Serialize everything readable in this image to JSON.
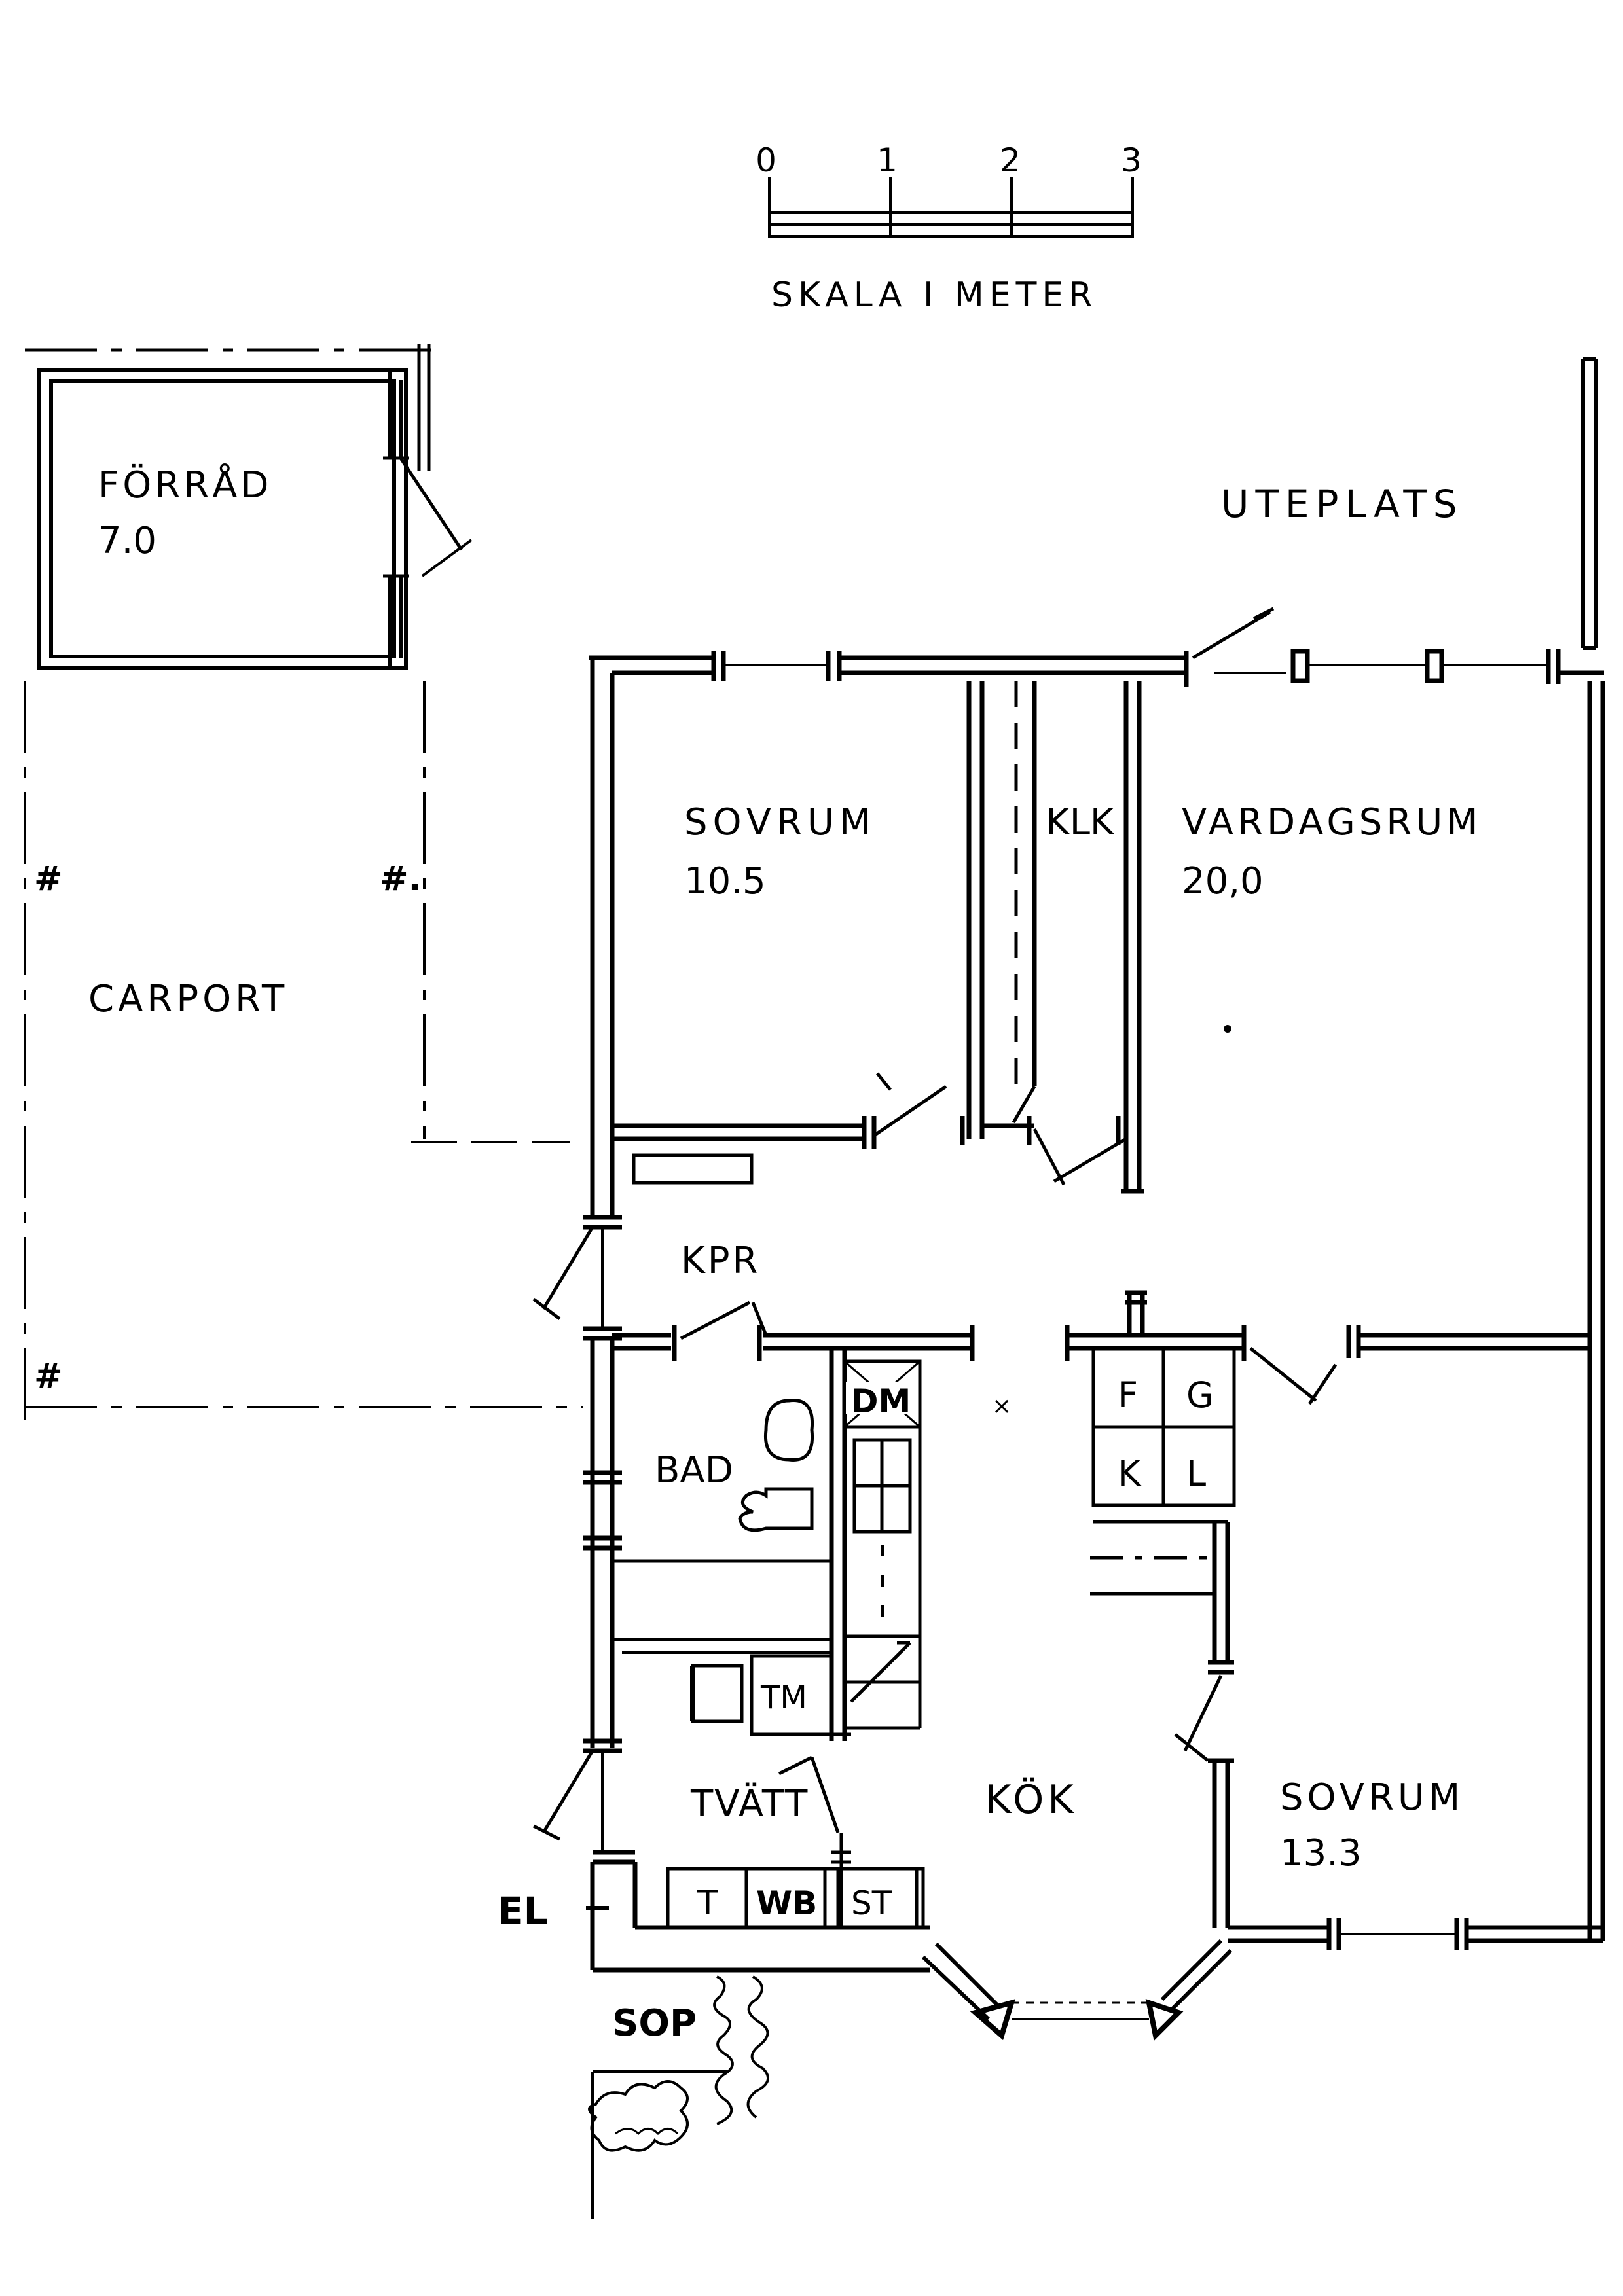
{
  "scale": {
    "ticks": [
      "0",
      "1",
      "2",
      "3"
    ],
    "caption": "SKALA I METER"
  },
  "outdoor": {
    "patio": "UTEPLATS",
    "carport": "CARPORT",
    "waste": "SOP"
  },
  "rooms": {
    "storage": {
      "name": "FÖRRÅD",
      "area": "7.0"
    },
    "bedroom1": {
      "name": "SOVRUM",
      "area": "10.5"
    },
    "closet": {
      "name": "KLK"
    },
    "living": {
      "name": "VARDAGSRUM",
      "area": "20,0"
    },
    "hall": {
      "name": "KPR"
    },
    "bath": {
      "name": "BAD"
    },
    "laundry": {
      "name": "TVÄTT"
    },
    "kitchen": {
      "name": "KÖK"
    },
    "bedroom2": {
      "name": "SOVRUM",
      "area": "13.3"
    }
  },
  "fixtures": {
    "dishwasher": "DM",
    "dryer": "TM",
    "electric": "EL",
    "t": "T",
    "wb": "WB",
    "st": "ST",
    "cabinets": [
      "F",
      "G",
      "K",
      "L"
    ]
  },
  "colors": {
    "ink": "#000000",
    "paper": "#ffffff"
  }
}
